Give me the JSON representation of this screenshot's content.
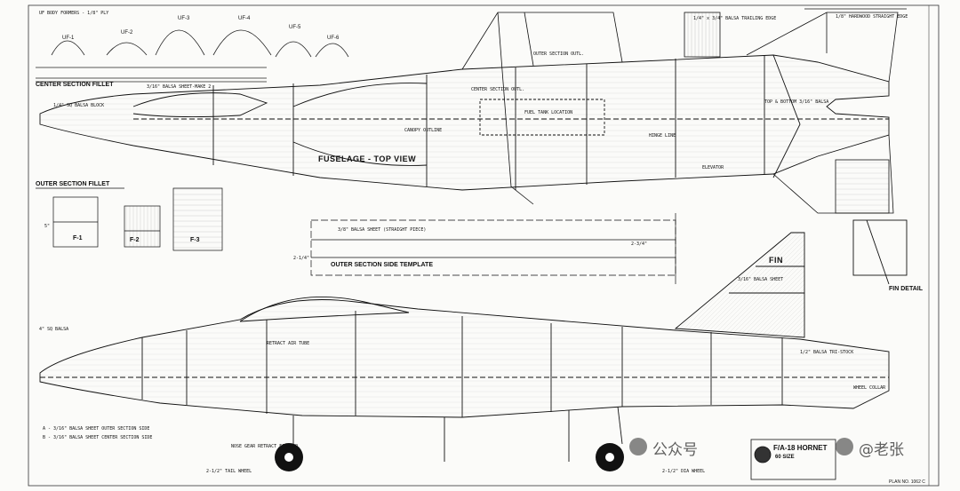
{
  "top_note": "UF BODY FORMERS - 1/8\" PLY",
  "formers": [
    "UF-1",
    "UF-2",
    "UF-3",
    "UF-4",
    "UF-5",
    "UF-6"
  ],
  "labels": {
    "center_fillet": "CENTER SECTION FILLET",
    "center_fillet_note": "3/16\" BALSA SHEET-MAKE 2",
    "fuselage_top_view": "FUSELAGE - TOP VIEW",
    "outer_fillet": "OUTER SECTION FILLET",
    "outer_side_template": "OUTER SECTION SIDE TEMPLATE",
    "fin": "FIN",
    "fin_detail": "FIN DETAIL",
    "f1": "F-1",
    "f2": "F-2",
    "f3": "F-3",
    "balsa_block": "1/4\" SQ BALSA BLOCK",
    "nose_block": "4\" SQ BALSA",
    "fuel_tank": "FUEL TANK LOCATION",
    "center_section_outline": "CENTER SECTION OUTL.",
    "outer_section_outline": "OUTER SECTION OUTL.",
    "canopy": "CANOPY OUTLINE",
    "hinge": "HINGE LINE",
    "elevator": "ELEVATOR",
    "top_bottom": "TOP & BOTTOM 3/16\" BALSA",
    "stab": "3/16\" BALSA SHEET",
    "template": "3/8\" BALSA SHEET (STRAIGHT PIECE)",
    "fin_block": "1/2\" BALSA TRI-STOCK",
    "wheel_collar": "WHEEL COLLAR",
    "tail_wheel": "2-1/2\" TAIL WHEEL",
    "main_wheel": "2-1/2\" DIA WHEEL",
    "legend_1": "A - 3/16\" BALSA SHEET OUTER SECTION SIDE",
    "legend_2": "B - 3/16\" BALSA SHEET CENTER SECTION SIDE",
    "retract_note": "RETRACT AIR TUBE",
    "gear_note": "NOSE GEAR RETRACT FORWARD",
    "dim_1": "2-1/4\"",
    "dim_2": "2-3/4\"",
    "dim_3": "5\"",
    "top_right_1": "1/4\" x 3/4\" BALSA TRAILING EDGE",
    "top_right_2": "1/8\" HARDWOOD STRAIGHT EDGE"
  },
  "watermark": {
    "prefix": "公众号",
    "handle": "@老张"
  },
  "title_block": {
    "name": "F/A-18 HORNET",
    "sub": "60 SIZE",
    "sheet": "PLAN NO. 1062 C"
  }
}
